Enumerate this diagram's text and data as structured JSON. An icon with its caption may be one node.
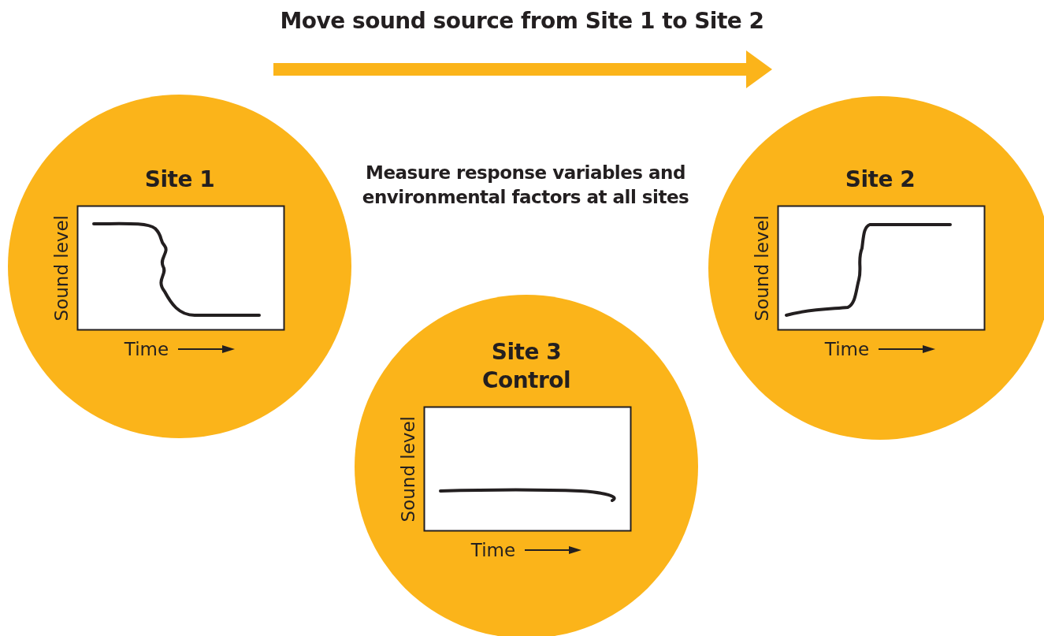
{
  "diagram": {
    "title": "Move sound source from Site 1 to Site 2",
    "nodes": [
      {
        "text": [
          "Site 1",
          "Sound level",
          "Time"
        ]
      },
      {
        "text": [
          "Site 2",
          "Sound level",
          "Time"
        ]
      },
      {
        "text": [
          "Site 3 Control",
          "Sound level",
          "Time"
        ]
      }
    ],
    "labels": [
      "Measure response variables and environmental factors at all sites"
    ]
  }
}
